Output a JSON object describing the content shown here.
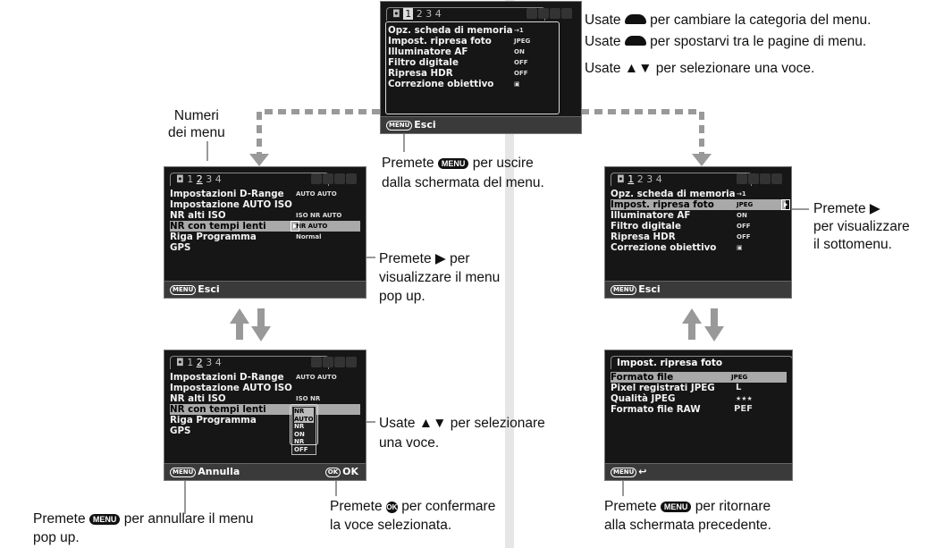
{
  "screens": {
    "top": {
      "tabs": [
        "1",
        "2",
        "3",
        "4"
      ],
      "items": [
        "Opz. scheda di memoria",
        "Impost. ripresa foto",
        "Illuminatore AF",
        "Filtro digitale",
        "Ripresa HDR",
        "Correzione obiettivo"
      ],
      "values": [
        "→1",
        "JPEG",
        "ON",
        "OFF",
        "OFF",
        "▣"
      ],
      "menu_label": "MENU",
      "bottom_label": "Esci"
    },
    "left1": {
      "tabs": [
        "1",
        "2",
        "3",
        "4"
      ],
      "items": [
        "Impostazioni D-Range",
        "Impostazione AUTO ISO",
        "NR alti ISO",
        "NR con tempi lenti",
        "Riga Programma",
        "GPS"
      ],
      "values": [
        "AUTO AUTO",
        "",
        "ISO NR AUTO",
        "NR AUTO",
        "Normal",
        ""
      ],
      "menu_label": "MENU",
      "bottom_label": "Esci"
    },
    "left2": {
      "tabs": [
        "1",
        "2",
        "3",
        "4"
      ],
      "items": [
        "Impostazioni D-Range",
        "Impostazione AUTO ISO",
        "NR alti ISO",
        "NR con tempi lenti",
        "Riga Programma",
        "GPS"
      ],
      "values": [
        "AUTO AUTO",
        "",
        "ISO NR",
        "",
        "",
        ""
      ],
      "popup_options": [
        "NR AUTO",
        "NR ON",
        "NR OFF"
      ],
      "menu_label": "MENU",
      "bottom_label": "Annulla",
      "ok_icon": "OK",
      "ok_label": "OK"
    },
    "right1": {
      "tabs": [
        "1",
        "2",
        "3",
        "4"
      ],
      "items": [
        "Opz. scheda di memoria",
        "Impost. ripresa foto",
        "Illuminatore AF",
        "Filtro digitale",
        "Ripresa HDR",
        "Correzione obiettivo"
      ],
      "values": [
        "→1",
        "JPEG",
        "ON",
        "OFF",
        "OFF",
        "▣"
      ],
      "menu_label": "MENU",
      "bottom_label": "Esci"
    },
    "right2": {
      "title": "Impost. ripresa foto",
      "items": [
        "Formato file",
        "Pixel registrati JPEG",
        "Qualità JPEG",
        "Formato file RAW"
      ],
      "values": [
        "JPEG",
        "L",
        "★★★",
        "PEF"
      ],
      "menu_label": "MENU",
      "back_icon": "back-arrow-icon"
    }
  },
  "captions": {
    "menu_numbers": "Numeri\ndei menu",
    "top_right_1a": "Usate",
    "top_right_1b": "per cambiare la categoria del menu.",
    "top_right_2a": "Usate",
    "top_right_2b": "per spostarvi tra le pagine di menu.",
    "top_right_3": "Usate ▲▼ per selezionare una voce.",
    "exit_a": "Premete",
    "exit_b": "per uscire",
    "exit_c": "dalla schermata del menu.",
    "popup_1": "Premete ▶ per",
    "popup_2": "visualizzare il menu",
    "popup_3": "pop up.",
    "submenu_1": "Premete ▶",
    "submenu_2": "per visualizzare",
    "submenu_3": "il sottomenu.",
    "select_1": "Usate ▲▼ per selezionare",
    "select_2": "una voce.",
    "cancel_a": "Premete",
    "cancel_b": "per annullare il menu",
    "cancel_c": "pop up.",
    "confirm_a": "Premete",
    "confirm_b": "per confermare",
    "confirm_c": "la voce selezionata.",
    "back_a": "Premete",
    "back_b": "per ritornare",
    "back_c": "alla schermata precedente.",
    "menu_btn": "MENU",
    "ok_btn": "OK"
  },
  "colors": {
    "arrow": "#999999",
    "highlight": "#a9a9a9",
    "screen_bg": "#161616"
  }
}
